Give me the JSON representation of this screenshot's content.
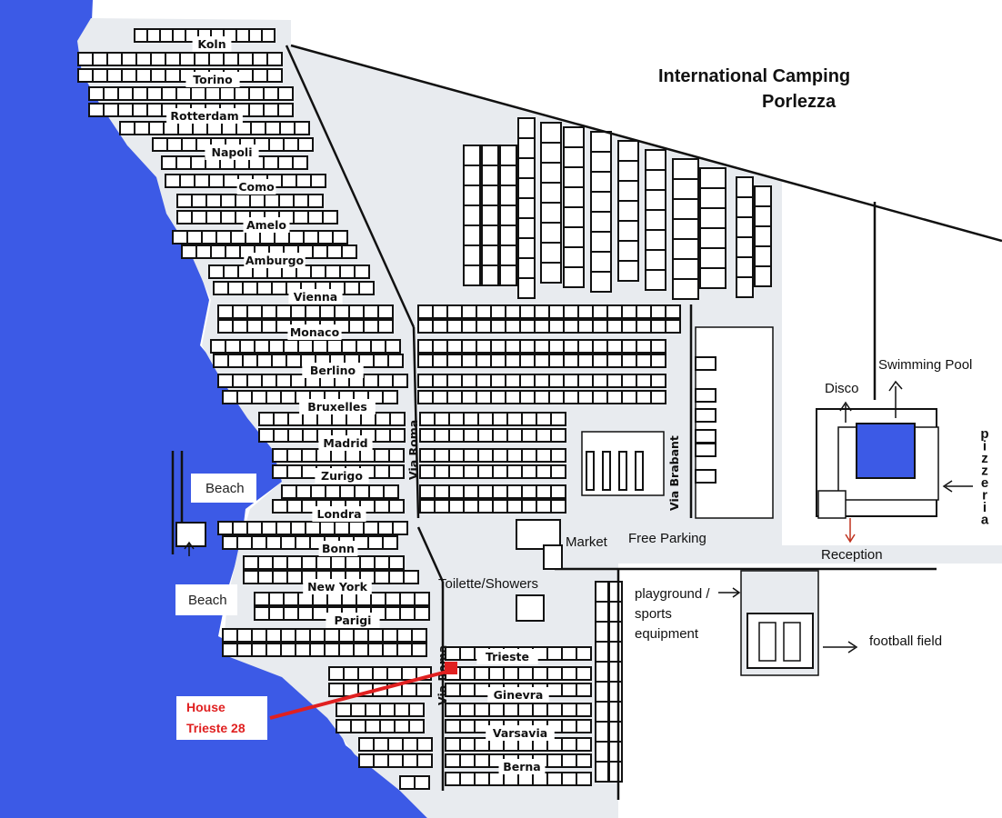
{
  "title": {
    "line1": "International Camping",
    "line2": "Porlezza"
  },
  "streets": [
    "Koln",
    "Torino",
    "Rotterdam",
    "Napoli",
    "Como",
    "Amelo",
    "Amburgo",
    "Vienna",
    "Monaco",
    "Berlino",
    "Bruxelles",
    "Madrid",
    "Zurigo",
    "Londra",
    "Bonn",
    "New York",
    "Parigi",
    "Trieste",
    "Ginevra",
    "Varsavia",
    "Berna"
  ],
  "vertical_streets": {
    "via_roma_upper": "Via Roma",
    "via_roma_lower": "Via Roma",
    "via_brabant": "Via Brabant"
  },
  "beaches": [
    "Beach",
    "Beach"
  ],
  "poi": {
    "market": "Market",
    "free_parking": "Free Parking",
    "toilette": "Toilette/Showers",
    "playground_1": "playground /",
    "playground_2": "sports",
    "playground_3": "equipment",
    "football": "football field",
    "reception": "Reception",
    "disco": "Disco",
    "swimming_pool": "Swimming Pool",
    "pizzeria": [
      "p",
      "i",
      "z",
      "z",
      "e",
      "r",
      "i",
      "a"
    ]
  },
  "house": {
    "line1": "House",
    "line2": "Trieste 28"
  },
  "colors": {
    "lake": "#3c5ae6",
    "highlight": "#e02020",
    "land": "#e8ebef",
    "pool": "#3c5ae6"
  }
}
